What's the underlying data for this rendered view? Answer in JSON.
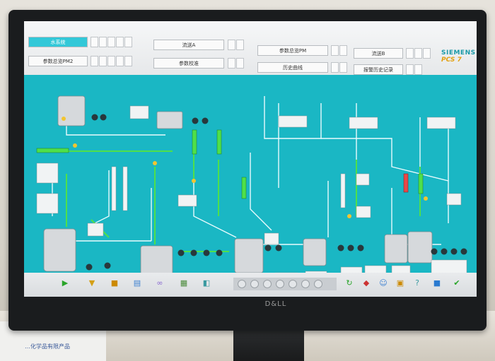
{
  "menu": {
    "water_system": "水系统",
    "param_overview_pm2": "参数总览PM2",
    "flow_a": "流送A",
    "param_calibration": "参数校准",
    "param_overview_pm": "参数总览PM",
    "history_curve": "历史曲线",
    "flow_b": "流送B",
    "alarm_record": "报警历史记录"
  },
  "logo": {
    "brand": "SIEMENS",
    "product": "PCS 7"
  },
  "monitor": {
    "brand": "D&LL"
  },
  "package": {
    "text": "…化学品有限产品"
  },
  "colors": {
    "plant_bg": "#1ab7c4",
    "pipe": "#e9fbfd",
    "active_pipe": "#4fe04a",
    "valve": "#28383c",
    "tank": "#d6d9dc"
  }
}
